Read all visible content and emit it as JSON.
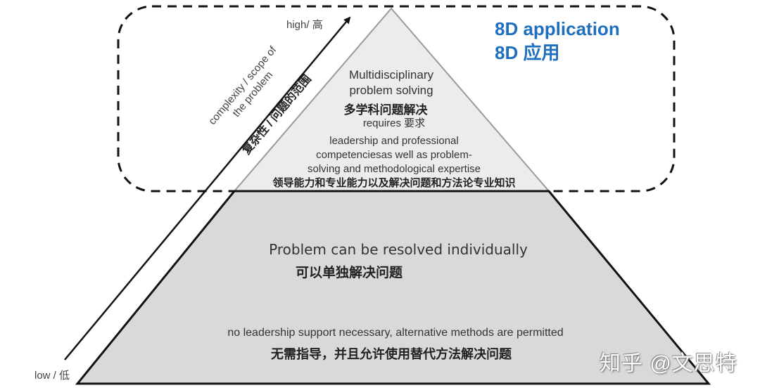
{
  "colors": {
    "title_blue": "#1f6fbf",
    "upper_fill": "#ececec",
    "lower_fill": "#d9d9d9",
    "outline": "#111111"
  },
  "title": {
    "en": "8D application",
    "cn": "8D 应用"
  },
  "axis": {
    "high_label": "high/ 高",
    "low_label": "low / 低",
    "label_en_line1": "complexity / scope of",
    "label_en_line2": "the problem",
    "label_cn": "复杂性 / 问题的范围"
  },
  "upper_level": {
    "heading_line1": "Multidisciplinary",
    "heading_line2": "problem solving",
    "heading_cn": "多学科问题解决",
    "requires": "requires 要求",
    "desc_line1": "leadership and professional",
    "desc_line2": "competenciesas well as problem-",
    "desc_line3": "solving and methodological expertise",
    "desc_cn": "领导能力和专业能力以及解决问题和方法论专业知识"
  },
  "lower_level": {
    "heading": "Problem can be resolved individually",
    "heading_cn": "可以单独解决问题",
    "desc": "no leadership support necessary, alternative methods are permitted",
    "desc_cn": "无需指导，并且允许使用替代方法解决问题"
  },
  "watermark": "知乎 @文思特"
}
